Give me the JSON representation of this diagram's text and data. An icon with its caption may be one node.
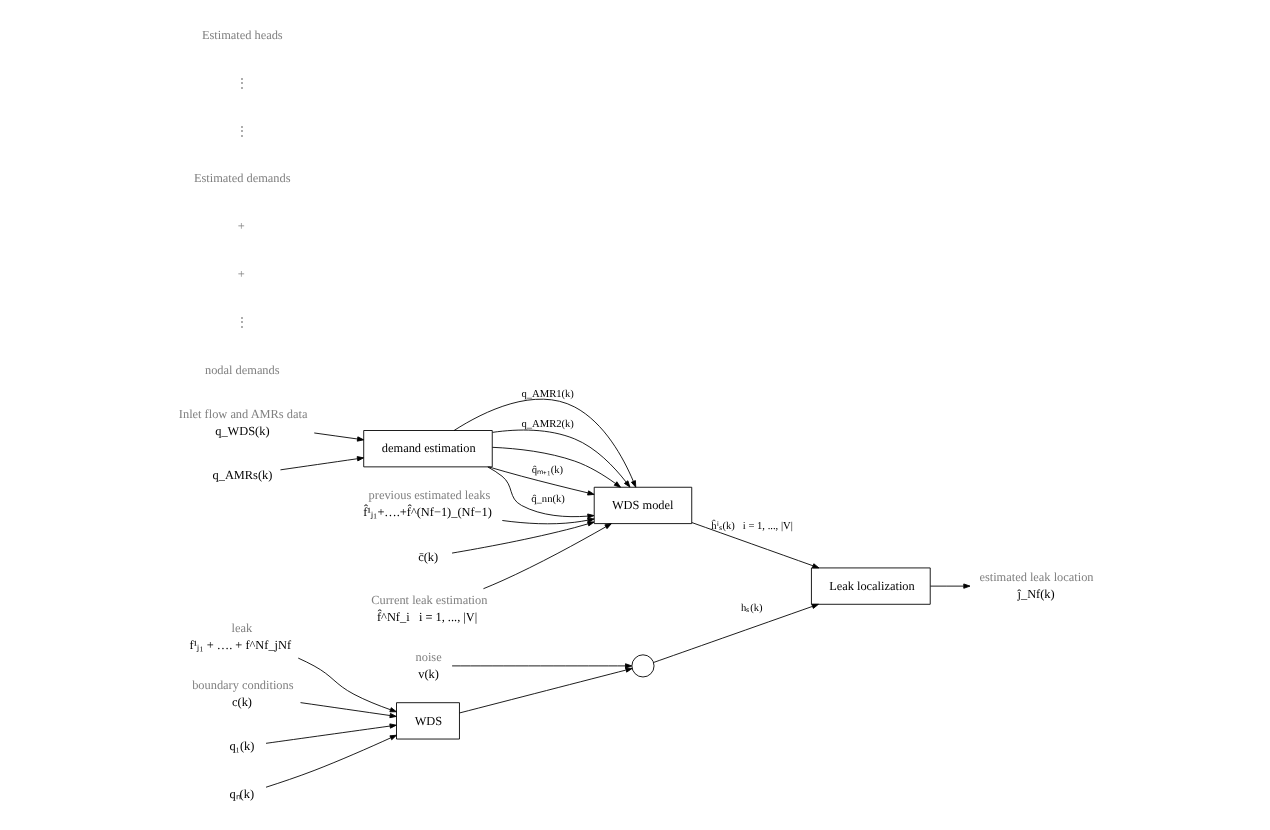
{
  "diagram": {
    "nodes": [
      {
        "text": [
          "WDS"
        ]
      },
      {
        "text": [],
        "shape": "circle"
      },
      {
        "text": [
          "Leak localization"
        ]
      },
      {
        "text": [
          "demand estimation"
        ]
      },
      {
        "text": [
          "WDS model"
        ]
      },
      {
        "text": [
          "f¹ⱼ₁ + …. + f^Nf_jNf"
        ],
        "beside": [
          "leak"
        ]
      },
      {
        "text": [
          "c(k)"
        ],
        "beside": [
          "boundary conditions"
        ]
      },
      {
        "text": [
          "q₁(k)"
        ]
      },
      {
        "text": [
          "qₙ(k)"
        ]
      },
      {
        "text": [
          "v(k)"
        ],
        "beside": [
          "noise"
        ]
      },
      {
        "text": [
          "ĵ_Nf(k)"
        ],
        "beside": [
          "estimated leak location"
        ]
      },
      {
        "text": [
          "q_WDS(k)"
        ],
        "beside": [
          "Inlet flow and AMRs data"
        ]
      },
      {
        "text": [
          "q_AMRs(k)"
        ]
      },
      {
        "text": [
          "f̂¹ⱼ₁+….+f̂^(Nf−1)_(Nf−1)"
        ],
        "beside": [
          "previous estimated leaks"
        ]
      },
      {
        "text": [
          "c̄(k)"
        ]
      },
      {
        "text": [
          "f̂^Nf_i   i = 1, ..., |V|"
        ],
        "beside": [
          "Current leak estimation"
        ]
      }
    ],
    "edges": [
      {
        "from": 5,
        "to": 0,
        "arrow": "to"
      },
      {
        "from": 6,
        "to": 0,
        "arrow": "to"
      },
      {
        "from": 7,
        "to": 0,
        "arrow": "to"
      },
      {
        "from": 8,
        "to": 0,
        "arrow": "to"
      },
      {
        "from": 0,
        "to": 1,
        "arrow": "to"
      },
      {
        "from": 9,
        "to": 1,
        "arrow": "to"
      },
      {
        "from": 1,
        "to": 2,
        "arrow": "to",
        "label": "hₛ(k)"
      },
      {
        "from": 2,
        "to": 10,
        "arrow": "to"
      },
      {
        "from": 11,
        "to": 3,
        "arrow": "to"
      },
      {
        "from": 12,
        "to": 3,
        "arrow": "to"
      },
      {
        "from": 3,
        "to": 4,
        "arrow": "to",
        "label": "q_AMR1(k)"
      },
      {
        "from": 3,
        "to": 4,
        "arrow": "to",
        "label": "q_AMR2(k)"
      },
      {
        "from": 3,
        "to": 4,
        "arrow": "to"
      },
      {
        "from": 3,
        "to": 4,
        "arrow": "to",
        "label": "q̂ₘ₊₁(k)"
      },
      {
        "from": 3,
        "to": 4,
        "arrow": "to",
        "label": "q̂_nn(k)"
      },
      {
        "from": 14,
        "to": 4,
        "arrow": "to"
      },
      {
        "from": 13,
        "to": 4,
        "arrow": "to"
      },
      {
        "from": 15,
        "to": 4,
        "arrow": "to"
      },
      {
        "from": 4,
        "to": 2,
        "arrow": "to",
        "label": "ĥⁱₛ(k)   i = 1, ..., |V|"
      }
    ],
    "labels": [
      "nodal demands",
      "⋮",
      "+",
      "+",
      "Estimated demands",
      "⋮",
      "⋮",
      "Estimated heads"
    ]
  }
}
